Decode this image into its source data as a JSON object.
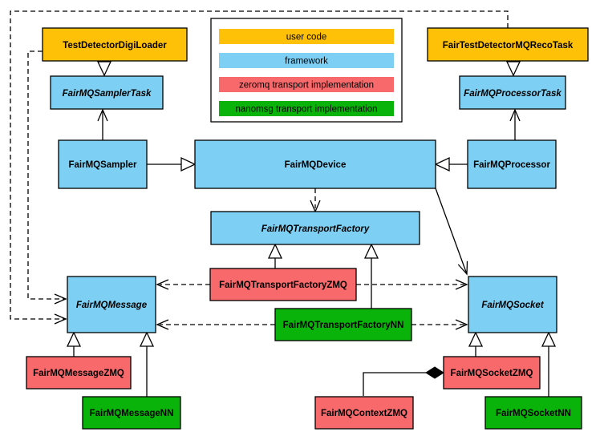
{
  "colors": {
    "user_code": "#FFC107",
    "framework": "#7DD0F4",
    "zeromq": "#F8696B",
    "nanomsg": "#09B309",
    "border": "#000000",
    "background": "#FFFFFF"
  },
  "legend": {
    "items": [
      {
        "label": "user code",
        "color": "#FFC107"
      },
      {
        "label": "framework",
        "color": "#7DD0F4"
      },
      {
        "label": "zeromq transport implementation",
        "color": "#F8696B"
      },
      {
        "label": "nanomsg transport implementation",
        "color": "#09B309"
      }
    ]
  },
  "nodes": {
    "digiloader": {
      "label": "TestDetectorDigiLoader",
      "category": "user code",
      "abstract": false
    },
    "recotask": {
      "label": "FairTestDetectorMQRecoTask",
      "category": "user code",
      "abstract": false
    },
    "samplertask": {
      "label": "FairMQSamplerTask",
      "category": "framework",
      "abstract": true
    },
    "processortask": {
      "label": "FairMQProcessorTask",
      "category": "framework",
      "abstract": true
    },
    "sampler": {
      "label": "FairMQSampler",
      "category": "framework",
      "abstract": false
    },
    "device": {
      "label": "FairMQDevice",
      "category": "framework",
      "abstract": false
    },
    "processor": {
      "label": "FairMQProcessor",
      "category": "framework",
      "abstract": false
    },
    "transportfactory": {
      "label": "FairMQTransportFactory",
      "category": "framework",
      "abstract": true
    },
    "tfzmq": {
      "label": "FairMQTransportFactoryZMQ",
      "category": "zeromq transport implementation",
      "abstract": false
    },
    "tfnn": {
      "label": "FairMQTransportFactoryNN",
      "category": "nanomsg transport implementation",
      "abstract": false
    },
    "message": {
      "label": "FairMQMessage",
      "category": "framework",
      "abstract": true
    },
    "socket": {
      "label": "FairMQSocket",
      "category": "framework",
      "abstract": true
    },
    "msgzmq": {
      "label": "FairMQMessageZMQ",
      "category": "zeromq transport implementation",
      "abstract": false
    },
    "msgnn": {
      "label": "FairMQMessageNN",
      "category": "nanomsg transport implementation",
      "abstract": false
    },
    "contextzmq": {
      "label": "FairMQContextZMQ",
      "category": "zeromq transport implementation",
      "abstract": false
    },
    "socketzmq": {
      "label": "FairMQSocketZMQ",
      "category": "zeromq transport implementation",
      "abstract": false
    },
    "socketnn": {
      "label": "FairMQSocketNN",
      "category": "nanomsg transport implementation",
      "abstract": false
    }
  },
  "edges": [
    {
      "from": "TestDetectorDigiLoader",
      "to": "FairMQSamplerTask",
      "type": "inheritance"
    },
    {
      "from": "FairTestDetectorMQRecoTask",
      "to": "FairMQProcessorTask",
      "type": "inheritance"
    },
    {
      "from": "FairMQSampler",
      "to": "FairMQDevice",
      "type": "inheritance"
    },
    {
      "from": "FairMQProcessor",
      "to": "FairMQDevice",
      "type": "inheritance"
    },
    {
      "from": "FairMQSampler",
      "to": "FairMQSamplerTask",
      "type": "association"
    },
    {
      "from": "FairMQProcessor",
      "to": "FairMQProcessorTask",
      "type": "association"
    },
    {
      "from": "FairMQDevice",
      "to": "FairMQTransportFactory",
      "type": "dependency"
    },
    {
      "from": "FairMQDevice",
      "to": "FairMQSocket",
      "type": "association"
    },
    {
      "from": "FairMQTransportFactoryZMQ",
      "to": "FairMQTransportFactory",
      "type": "inheritance"
    },
    {
      "from": "FairMQTransportFactoryNN",
      "to": "FairMQTransportFactory",
      "type": "inheritance"
    },
    {
      "from": "FairMQTransportFactoryZMQ",
      "to": "FairMQMessage",
      "type": "dependency"
    },
    {
      "from": "FairMQTransportFactoryZMQ",
      "to": "FairMQSocket",
      "type": "dependency"
    },
    {
      "from": "FairMQTransportFactoryNN",
      "to": "FairMQMessage",
      "type": "dependency"
    },
    {
      "from": "FairMQTransportFactoryNN",
      "to": "FairMQSocket",
      "type": "dependency"
    },
    {
      "from": "TestDetectorDigiLoader",
      "to": "FairMQMessage",
      "type": "dependency"
    },
    {
      "from": "FairTestDetectorMQRecoTask",
      "to": "FairMQMessage",
      "type": "dependency"
    },
    {
      "from": "FairMQMessageZMQ",
      "to": "FairMQMessage",
      "type": "inheritance"
    },
    {
      "from": "FairMQMessageNN",
      "to": "FairMQMessage",
      "type": "inheritance"
    },
    {
      "from": "FairMQSocketZMQ",
      "to": "FairMQSocket",
      "type": "inheritance"
    },
    {
      "from": "FairMQSocketNN",
      "to": "FairMQSocket",
      "type": "inheritance"
    },
    {
      "from": "FairMQSocketZMQ",
      "to": "FairMQContextZMQ",
      "type": "composition"
    }
  ]
}
